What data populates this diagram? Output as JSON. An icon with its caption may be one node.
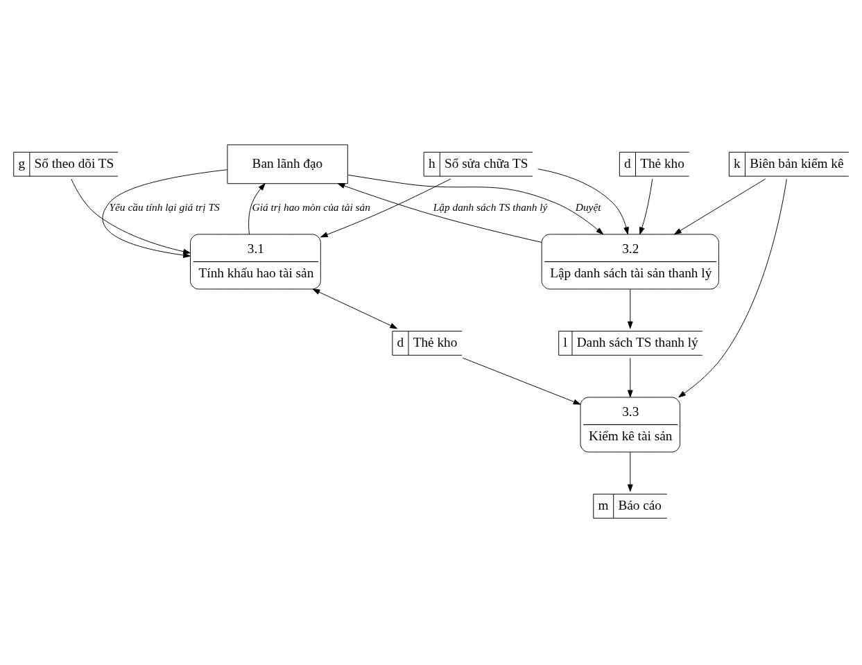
{
  "diagram": {
    "nodes": [
      {
        "text": [
          "Ban lãnh đạo"
        ]
      },
      {
        "text": [
          "3.1",
          "Tính khấu hao tài sản"
        ]
      },
      {
        "text": [
          "3.2",
          "Lập danh sách tài sản thanh lý"
        ]
      },
      {
        "text": [
          "g",
          "Sổ theo dõi TS"
        ]
      },
      {
        "text": [
          "k",
          "Biên bản kiểm kê"
        ]
      },
      {
        "text": [
          "h",
          "Sổ sửa chữa TS"
        ]
      },
      {
        "text": [
          "d",
          "Thẻ kho"
        ]
      },
      {
        "text": [
          "d",
          "Thẻ kho"
        ]
      },
      {
        "text": [
          "l",
          "Danh sách TS thanh lý"
        ]
      },
      {
        "text": [
          "3.3",
          "Kiểm kê tài sản"
        ]
      },
      {
        "text": [
          "m",
          "Báo cáo"
        ]
      }
    ],
    "edges": [
      {
        "from": 0,
        "to": 1,
        "arrow": "to",
        "label": "Yêu cầu tính lại giá trị TS"
      },
      {
        "from": 1,
        "to": 0,
        "arrow": "to",
        "label": "Giá trị hao mòn của tài sản"
      },
      {
        "from": 0,
        "to": 2,
        "arrow": "to",
        "label": "Duyệt"
      },
      {
        "from": 2,
        "to": 0,
        "arrow": "to",
        "label": "Lập danh sách TS thanh lý"
      },
      {
        "from": 3,
        "to": 1,
        "arrow": "to"
      },
      {
        "from": 5,
        "to": 1,
        "arrow": "to"
      },
      {
        "from": 5,
        "to": 2,
        "arrow": "to"
      },
      {
        "from": 4,
        "to": 2,
        "arrow": "to"
      },
      {
        "from": 6,
        "to": 2,
        "arrow": "to"
      },
      {
        "from": 1,
        "to": 7,
        "arrow": "both"
      },
      {
        "from": 7,
        "to": 9,
        "arrow": "to"
      },
      {
        "from": 2,
        "to": 8,
        "arrow": "to"
      },
      {
        "from": 8,
        "to": 9,
        "arrow": "to"
      },
      {
        "from": 4,
        "to": 9,
        "arrow": "to"
      },
      {
        "from": 9,
        "to": 10,
        "arrow": "to"
      }
    ]
  }
}
